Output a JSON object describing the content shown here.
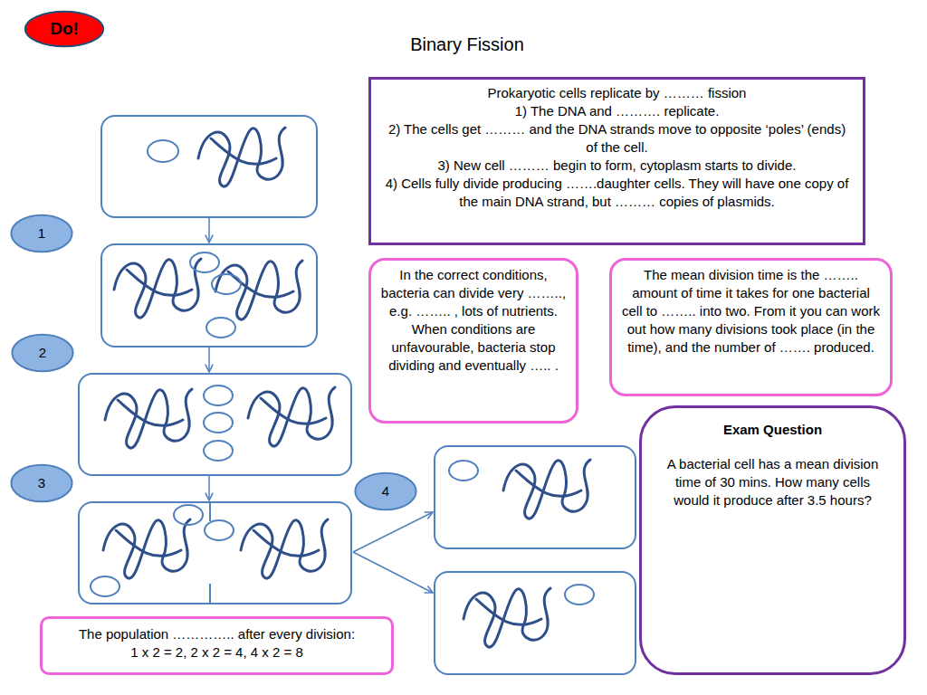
{
  "diagram": {
    "title": "Binary Fission",
    "nodes": [
      {
        "text": [
          "Do!"
        ]
      },
      {
        "text": [
          "Prokaryotic cells replicate by ……… fission",
          "1) The DNA and ………. replicate.",
          "2) The cells get ……… and the DNA strands move to opposite ‘poles’ (ends) of the cell.",
          "3) New cell ……… begin to form, cytoplasm starts to divide.",
          "4) Cells fully divide producing …….daughter cells. They will have one copy of the main DNA strand, but ……… copies of plasmids."
        ]
      },
      {
        "text": [
          "1"
        ]
      },
      {
        "text": [
          "In the correct conditions, bacteria can divide very …….., e.g. …….. , lots of nutrients. When conditions are unfavourable, bacteria stop dividing and eventually ….. ."
        ]
      },
      {
        "text": [
          "The mean division time is the …….. amount of time it takes for one bacterial cell to …….. into two. From it you can work out how many divisions took place (in the time), and the number of ……. produced."
        ]
      },
      {
        "text": [
          "2"
        ]
      },
      {
        "text": [
          "Exam Question",
          "A bacterial cell has a mean division time of 30 mins. How many cells would it produce after 3.5 hours?"
        ]
      },
      {
        "text": [
          "3"
        ]
      },
      {
        "text": [
          "4"
        ]
      },
      {
        "text": [
          "The population ………….. after every division:",
          "1 x 2 = 2, 2 x 2 = 4, 4 x 2 = 8"
        ]
      }
    ]
  }
}
